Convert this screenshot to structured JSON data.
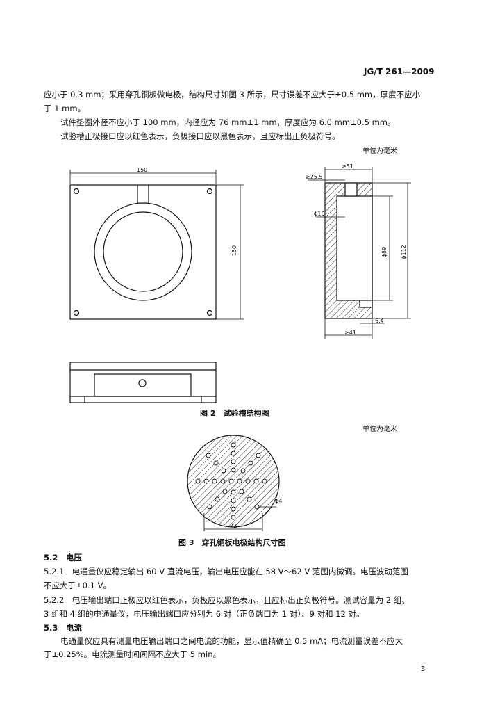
{
  "header": {
    "code": "JG/T 261—2009"
  },
  "intro": {
    "line1": "应小于 0.3 mm；采用穿孔铜板做电极，结构尺寸如图 3 所示，尺寸误差不应大于±0.5 mm，厚度不应小",
    "line2": "于 1 mm。",
    "line3": "试件垫圈外径不应小于 100 mm，内径应为 76 mm±1 mm，厚度应为 6.0 mm±0.5 mm。",
    "line4": "试验槽正极接口应以红色表示，负极接口应以黑色表示，且应标出正负极符号。"
  },
  "unit_label": "单位为毫米",
  "figure2": {
    "caption": "图 2　试验槽结构图",
    "dims": {
      "width_150": "150",
      "height_150": "150",
      "ge51": "≥51",
      "ge25_5": "≥25.5",
      "phi10": "ϕ10",
      "phi89": "ϕ89",
      "phi112": "ϕ112",
      "d6_4": "6.4",
      "ge41": "≥41"
    }
  },
  "figure3": {
    "caption": "图 3　穿孔铜板电极结构尺寸图",
    "dims": {
      "phi4": "ϕ4",
      "d72": "72"
    }
  },
  "sections": {
    "s52_title": "5.2　电压",
    "s521_line1": "5.2.1　电通量仪应稳定输出 60 V 直流电压，输出电压应能在 58 V～62 V 范围内微调。电压波动范围",
    "s521_line2": "不应大于±0.1 V。",
    "s522_line1": "5.2.2　电压输出端口正极应以红色表示，负极应以黑色表示，且应标出正负极符号。测试容量为 2 组、",
    "s522_line2": "3 组和 4 组的电通量仪，电压输出端口应分别为 6 对（正负端口为 1 对）、9 对和 12 对。",
    "s53_title": "5.3　电流",
    "s53_line1": "电通量仪应具有测量电压输出端口之间电流的功能，显示值精确至 0.5 mA；电流测量误差不应大",
    "s53_line2": "于±0.25%。电流测量时间间隔不应大于 5 min。"
  },
  "page_number": "3"
}
